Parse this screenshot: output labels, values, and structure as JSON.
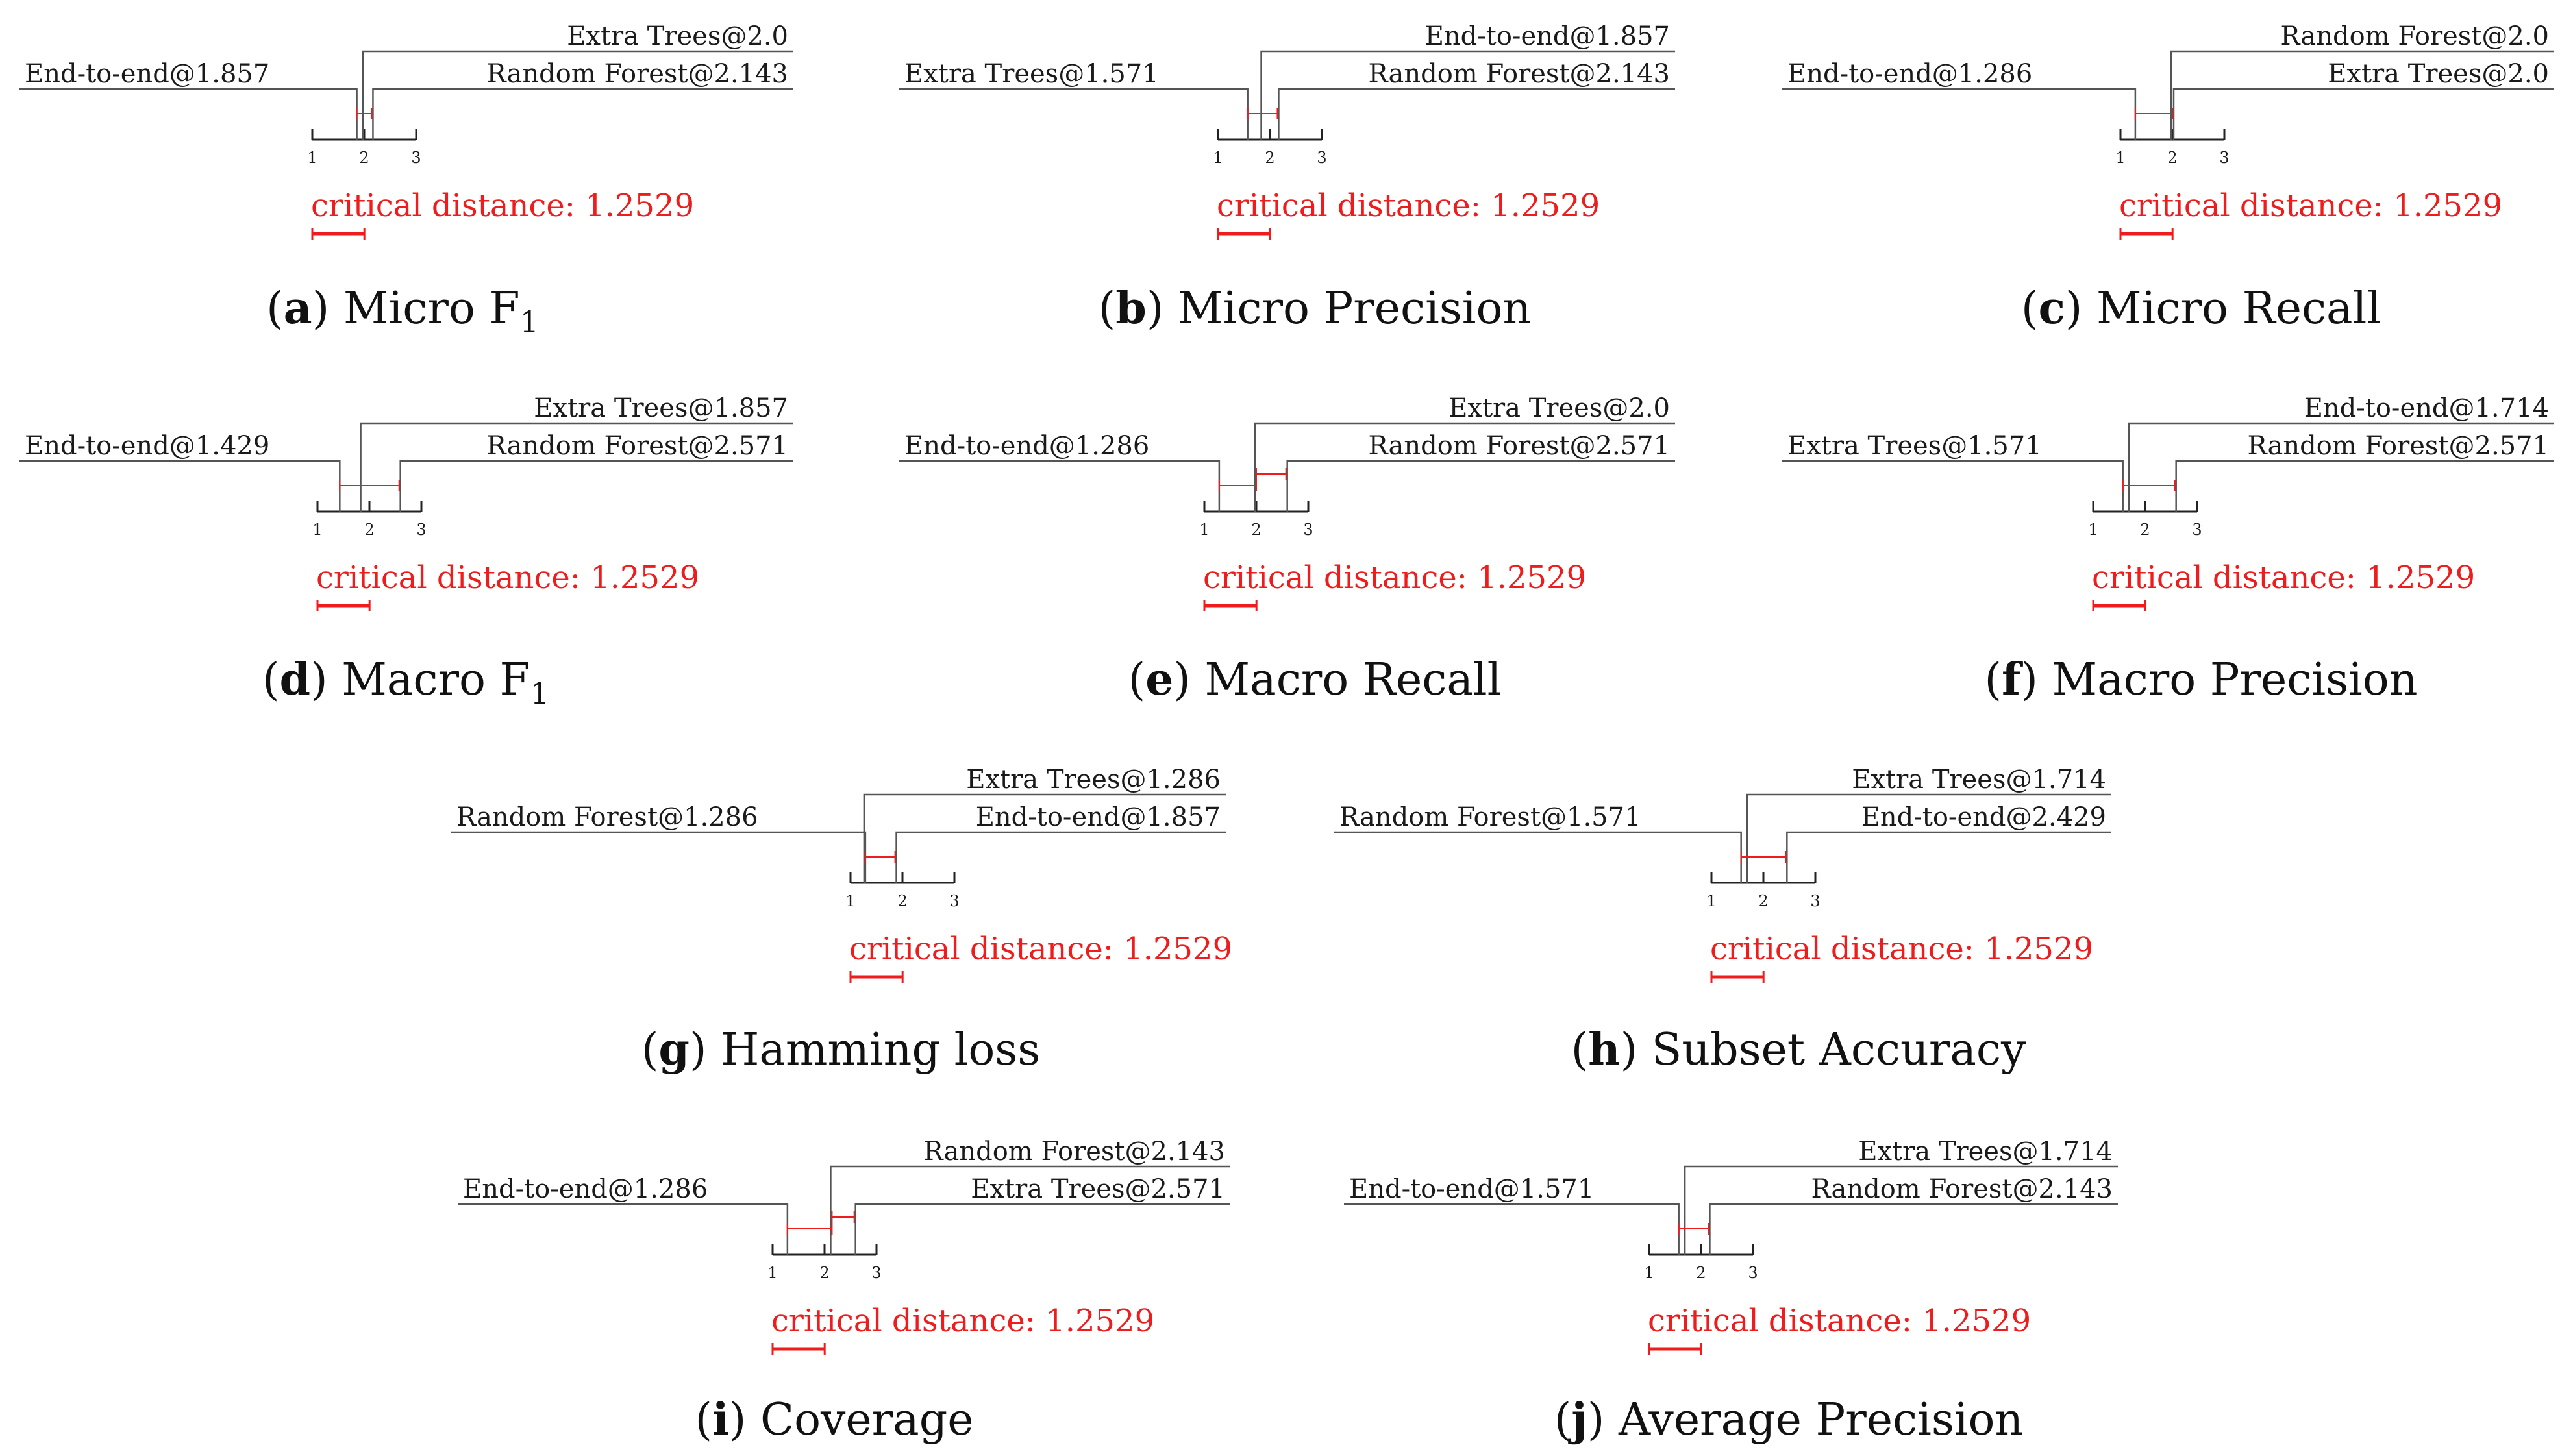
{
  "colors": {
    "line": "#555555",
    "axis": "#222222",
    "critical": "#ee1c1c",
    "text": "#1a1a1a"
  },
  "cd_label": "critical distance: 1.2529",
  "cd_value": 1.2529,
  "panels": [
    {
      "letter": "a",
      "title": "Micro F",
      "subscript": "1",
      "left": [
        {
          "name": "End-to-end",
          "rank": 1.857,
          "label": "End-to-end@1.857"
        }
      ],
      "right": [
        {
          "name": "Extra Trees",
          "rank": 2.0,
          "label": "Extra Trees@2.0"
        },
        {
          "name": "Random Forest",
          "rank": 2.143,
          "label": "Random Forest@2.143"
        }
      ],
      "cliques": [
        [
          1.857,
          2.143
        ]
      ]
    },
    {
      "letter": "b",
      "title": "Micro Precision",
      "subscript": "",
      "left": [
        {
          "name": "Extra Trees",
          "rank": 1.571,
          "label": "Extra Trees@1.571"
        }
      ],
      "right": [
        {
          "name": "End-to-end",
          "rank": 1.857,
          "label": "End-to-end@1.857"
        },
        {
          "name": "Random Forest",
          "rank": 2.143,
          "label": "Random Forest@2.143"
        }
      ],
      "cliques": [
        [
          1.571,
          2.143
        ]
      ]
    },
    {
      "letter": "c",
      "title": "Micro Recall",
      "subscript": "",
      "left": [
        {
          "name": "End-to-end",
          "rank": 1.286,
          "label": "End-to-end@1.286"
        }
      ],
      "right": [
        {
          "name": "Random Forest",
          "rank": 2.0,
          "label": "Random Forest@2.0"
        },
        {
          "name": "Extra Trees",
          "rank": 2.0,
          "label": "Extra Trees@2.0"
        }
      ],
      "cliques": [
        [
          1.286,
          2.0
        ]
      ]
    },
    {
      "letter": "d",
      "title": "Macro F",
      "subscript": "1",
      "left": [
        {
          "name": "End-to-end",
          "rank": 1.429,
          "label": "End-to-end@1.429"
        }
      ],
      "right": [
        {
          "name": "Extra Trees",
          "rank": 1.857,
          "label": "Extra Trees@1.857"
        },
        {
          "name": "Random Forest",
          "rank": 2.571,
          "label": "Random Forest@2.571"
        }
      ],
      "cliques": [
        [
          1.429,
          2.571
        ]
      ]
    },
    {
      "letter": "e",
      "title": "Macro Recall",
      "subscript": "",
      "left": [
        {
          "name": "End-to-end",
          "rank": 1.286,
          "label": "End-to-end@1.286"
        }
      ],
      "right": [
        {
          "name": "Extra Trees",
          "rank": 2.0,
          "label": "Extra Trees@2.0"
        },
        {
          "name": "Random Forest",
          "rank": 2.571,
          "label": "Random Forest@2.571"
        }
      ],
      "cliques": [
        [
          1.286,
          2.0
        ],
        [
          2.0,
          2.571
        ]
      ]
    },
    {
      "letter": "f",
      "title": "Macro Precision",
      "subscript": "",
      "left": [
        {
          "name": "Extra Trees",
          "rank": 1.571,
          "label": "Extra Trees@1.571"
        }
      ],
      "right": [
        {
          "name": "End-to-end",
          "rank": 1.714,
          "label": "End-to-end@1.714"
        },
        {
          "name": "Random Forest",
          "rank": 2.571,
          "label": "Random Forest@2.571"
        }
      ],
      "cliques": [
        [
          1.571,
          2.571
        ]
      ]
    },
    {
      "letter": "g",
      "title": "Hamming loss",
      "subscript": "",
      "left": [
        {
          "name": "Random Forest",
          "rank": 1.286,
          "label": "Random Forest@1.286"
        }
      ],
      "right": [
        {
          "name": "Extra Trees",
          "rank": 1.286,
          "label": "Extra Trees@1.286"
        },
        {
          "name": "End-to-end",
          "rank": 1.857,
          "label": "End-to-end@1.857"
        }
      ],
      "cliques": [
        [
          1.286,
          1.857
        ]
      ]
    },
    {
      "letter": "h",
      "title": "Subset Accuracy",
      "subscript": "",
      "left": [
        {
          "name": "Random Forest",
          "rank": 1.571,
          "label": "Random Forest@1.571"
        }
      ],
      "right": [
        {
          "name": "Extra Trees",
          "rank": 1.714,
          "label": "Extra Trees@1.714"
        },
        {
          "name": "End-to-end",
          "rank": 2.429,
          "label": "End-to-end@2.429"
        }
      ],
      "cliques": [
        [
          1.571,
          2.429
        ]
      ]
    },
    {
      "letter": "i",
      "title": "Coverage",
      "subscript": "",
      "left": [
        {
          "name": "End-to-end",
          "rank": 1.286,
          "label": "End-to-end@1.286"
        }
      ],
      "right": [
        {
          "name": "Random Forest",
          "rank": 2.143,
          "label": "Random Forest@2.143"
        },
        {
          "name": "Extra Trees",
          "rank": 2.571,
          "label": "Extra Trees@2.571"
        }
      ],
      "cliques": [
        [
          1.286,
          2.143
        ],
        [
          2.143,
          2.571
        ]
      ]
    },
    {
      "letter": "j",
      "title": "Average Precision",
      "subscript": "",
      "left": [
        {
          "name": "End-to-end",
          "rank": 1.571,
          "label": "End-to-end@1.571"
        }
      ],
      "right": [
        {
          "name": "Extra Trees",
          "rank": 1.714,
          "label": "Extra Trees@1.714"
        },
        {
          "name": "Random Forest",
          "rank": 2.143,
          "label": "Random Forest@2.143"
        }
      ],
      "cliques": [
        [
          1.571,
          2.143
        ]
      ]
    }
  ],
  "axis": {
    "min": 1,
    "max": 3,
    "ticks": [
      "1",
      "2",
      "3"
    ]
  }
}
